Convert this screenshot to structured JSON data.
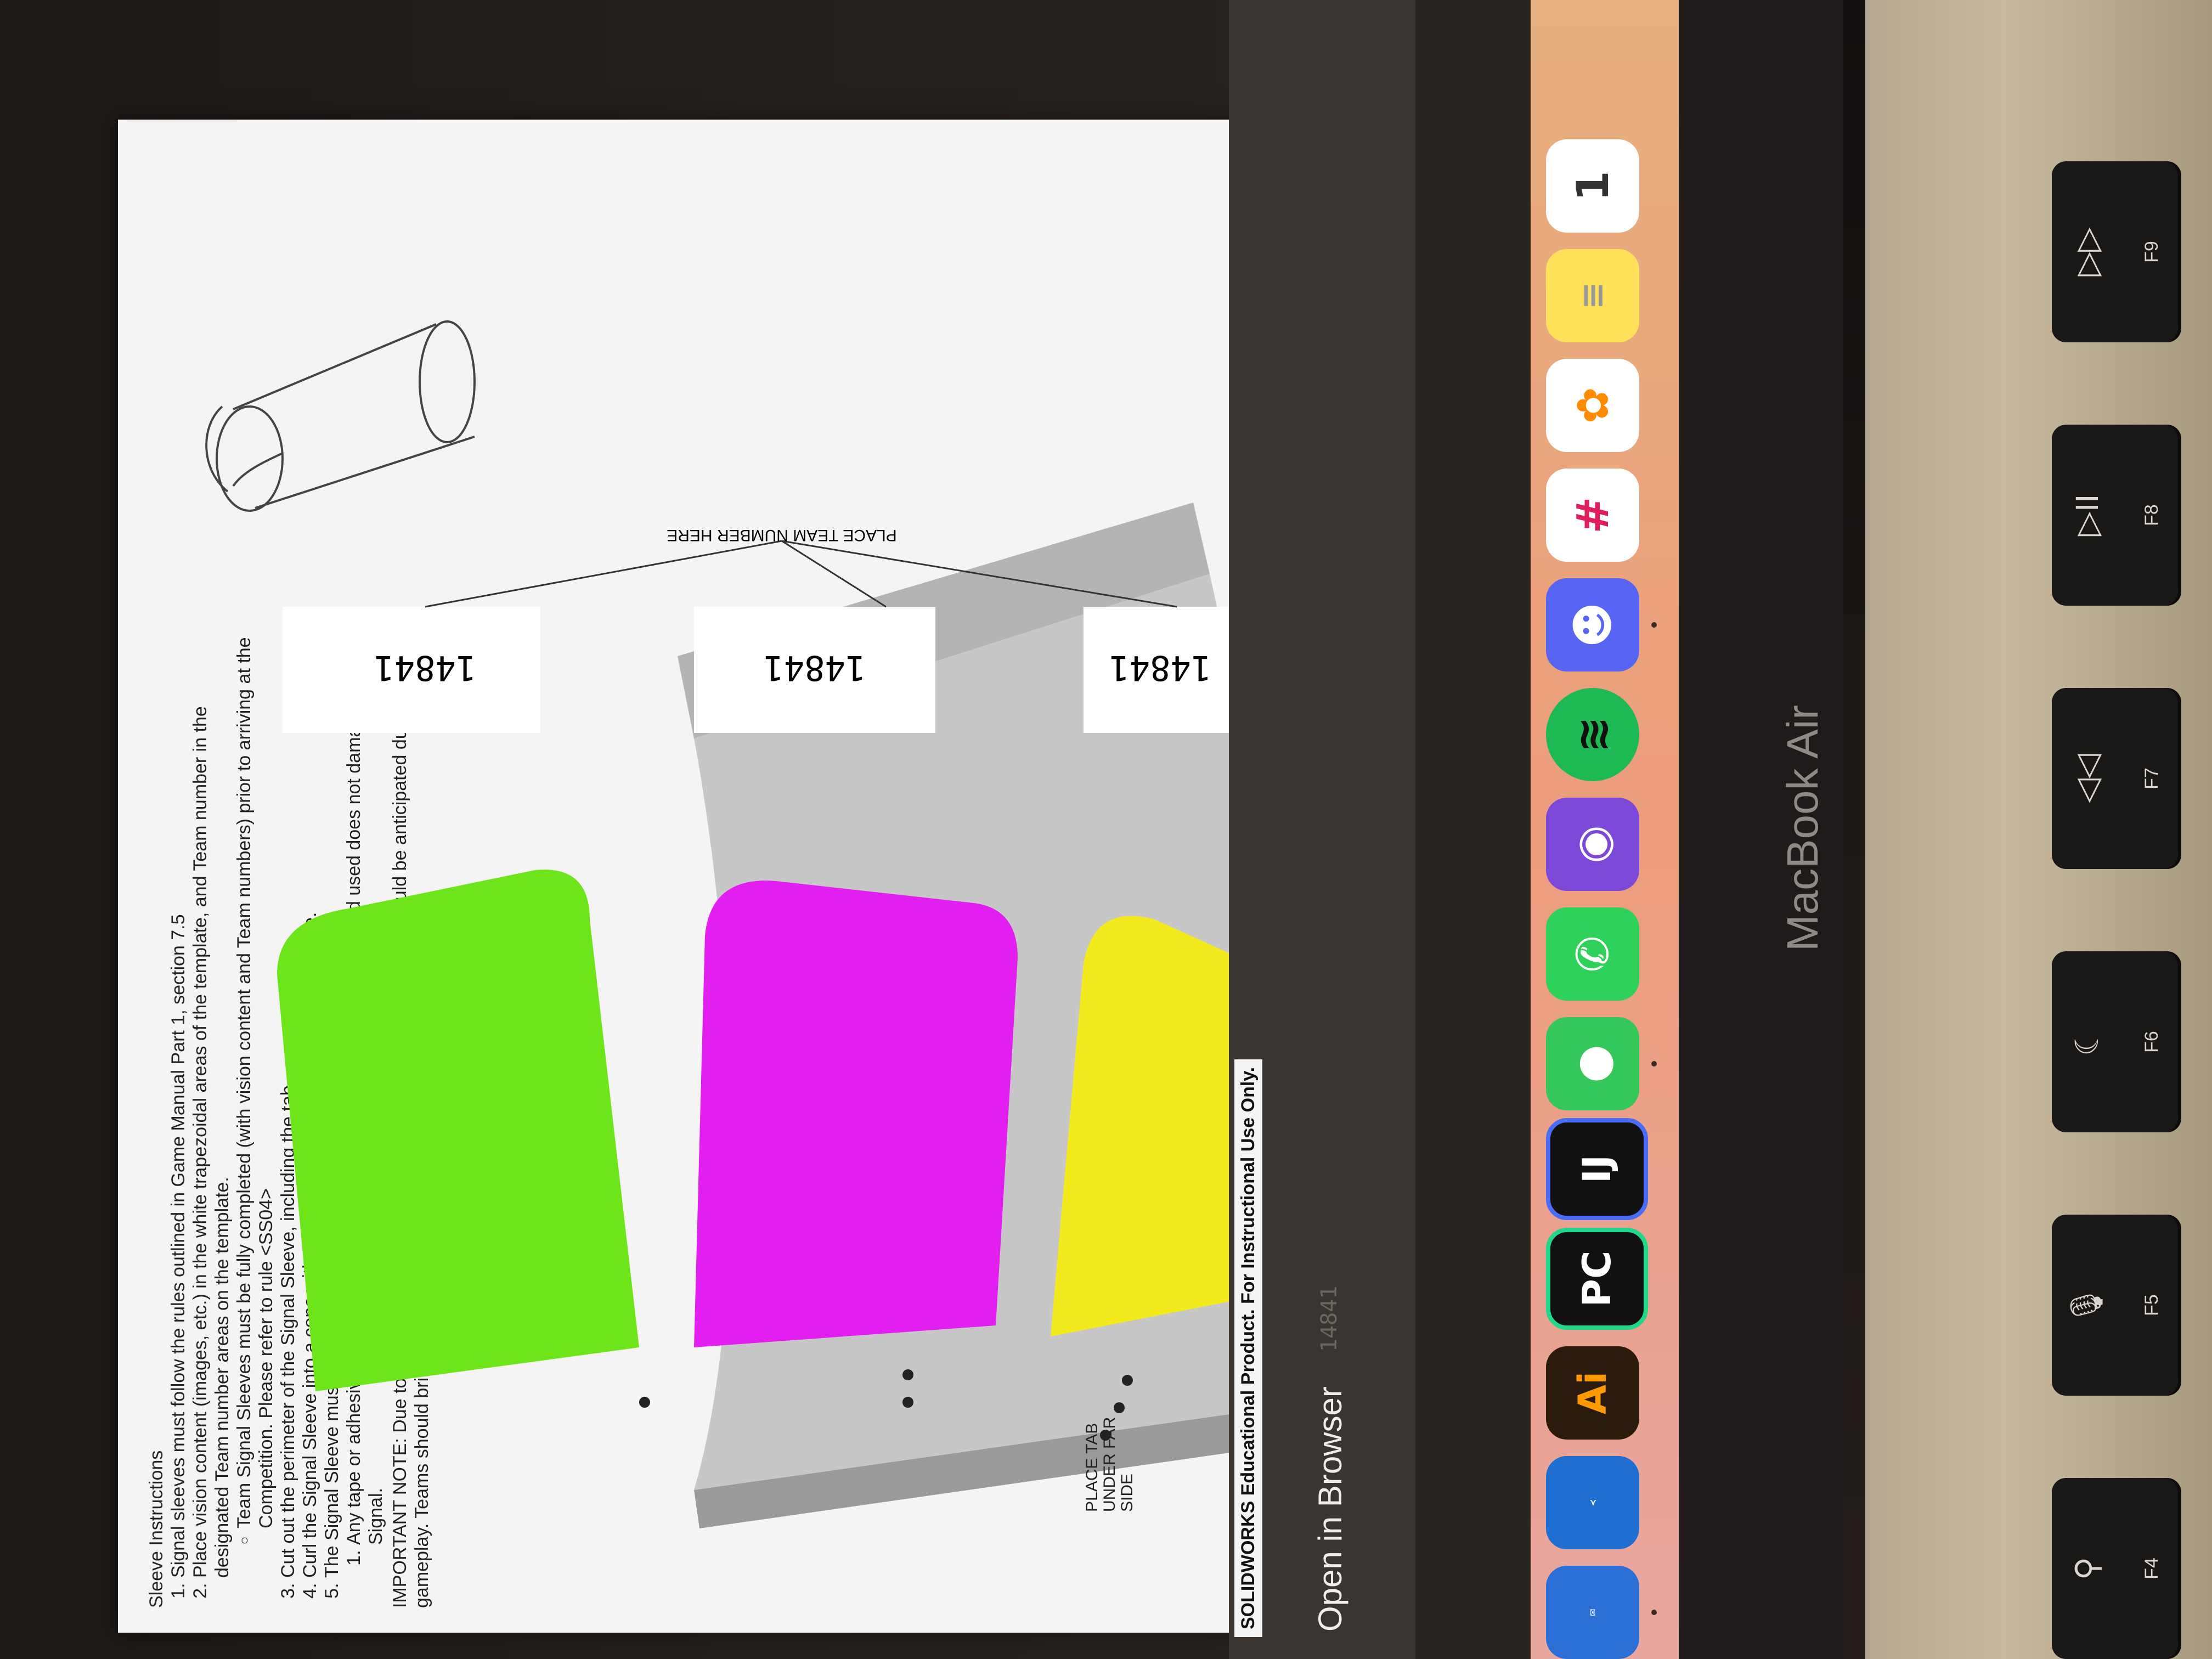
{
  "document": {
    "title": "Sleeve Instructions",
    "steps": [
      "Signal sleeves must follow the rules outlined in Game Manual Part 1, section 7.5",
      "Place vision content (images, etc.) in the white trapezoidal areas of the template, and Team number in the designated Team number areas on the template.",
      "Cut out the perimeter of the Signal Sleeve, including the tab",
      "Curl the Signal Sleeve into a cone with the tab under the far side of the template.",
      "The Signal Sleeve must be connected at each end"
    ],
    "bullet": "Team Signal Sleeves must be fully completed (with vision content and Team numbers) prior to arriving at the Competition. Please refer to rule <SS04>",
    "sub_step": "Any tape or adhesive may be used to connect the ends as long as the method used does not damage the Signal.",
    "important_note": "IMPORTANT NOTE: Due to the fragile construction of the Signal Sleeve, damage should be anticipated during normal gameplay. Teams should bring multiple copies of the Signal Sleeve to the competition.",
    "place_tab_label": "PLACE TAB UNDER FAR SIDE",
    "team_number_label": "PLACE TEAM NUMBER HERE",
    "team_number": "14841",
    "footer": "SOLIDWORKS Educational Product. For Instructional Use Only.",
    "panel_colors": {
      "left": "#6ee51b",
      "middle": "#e21ef0",
      "right": "#f2ea1c"
    }
  },
  "preview_window": {
    "button_label": "Open in Browser",
    "faded_team_number": "14841"
  },
  "dock": {
    "apps": [
      {
        "name": "Mail",
        "icon": "mail-icon"
      },
      {
        "name": "Visual Studio Code",
        "icon": "vscode-icon"
      },
      {
        "name": "Adobe Illustrator",
        "icon": "illustrator-icon",
        "label": "Ai"
      },
      {
        "name": "PyCharm",
        "icon": "pycharm-icon",
        "label": "PC"
      },
      {
        "name": "IntelliJ IDEA",
        "icon": "intellij-icon",
        "label": "IJ"
      },
      {
        "name": "Messages",
        "icon": "messages-icon"
      },
      {
        "name": "WhatsApp",
        "icon": "whatsapp-icon"
      },
      {
        "name": "GitHub Desktop",
        "icon": "github-icon"
      },
      {
        "name": "Spotify",
        "icon": "spotify-icon"
      },
      {
        "name": "Discord",
        "icon": "discord-icon"
      },
      {
        "name": "Slack",
        "icon": "slack-icon"
      },
      {
        "name": "Photos",
        "icon": "photos-icon"
      },
      {
        "name": "Notes",
        "icon": "notes-icon"
      },
      {
        "name": "Calendar",
        "icon": "calendar-icon",
        "label": "1"
      }
    ]
  },
  "laptop": {
    "brand": "MacBook Air",
    "keys": [
      {
        "fn": "F4",
        "glyph": "⚲"
      },
      {
        "fn": "F5",
        "glyph": "🎙"
      },
      {
        "fn": "F6",
        "glyph": "☾"
      },
      {
        "fn": "F7",
        "glyph": "◁◁"
      },
      {
        "fn": "F8",
        "glyph": "▷II"
      },
      {
        "fn": "F9",
        "glyph": "▷▷"
      }
    ]
  }
}
